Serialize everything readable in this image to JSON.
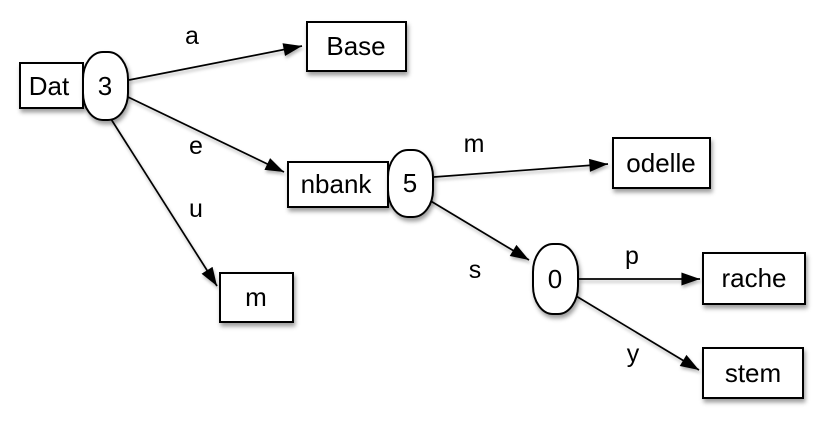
{
  "diagram": {
    "type": "trie",
    "colors": {
      "background": "#ffffff",
      "node_fill": "#ffffff",
      "stroke": "#000000",
      "shadow": "#9a9a9a"
    },
    "nodes": {
      "dat": {
        "label": "Dat",
        "shape": "box"
      },
      "n3": {
        "label": "3",
        "shape": "capsule"
      },
      "base": {
        "label": "Base",
        "shape": "box"
      },
      "nbank": {
        "label": "nbank",
        "shape": "box"
      },
      "n5": {
        "label": "5",
        "shape": "capsule"
      },
      "m_leaf": {
        "label": "m",
        "shape": "box"
      },
      "odelle": {
        "label": "odelle",
        "shape": "box"
      },
      "n0": {
        "label": "0",
        "shape": "capsule"
      },
      "rache": {
        "label": "rache",
        "shape": "box"
      },
      "stem": {
        "label": "stem",
        "shape": "box"
      }
    },
    "edges": {
      "a": {
        "label": "a",
        "from": "n3",
        "to": "base"
      },
      "e": {
        "label": "e",
        "from": "n3",
        "to": "nbank"
      },
      "u": {
        "label": "u",
        "from": "n3",
        "to": "m_leaf"
      },
      "m": {
        "label": "m",
        "from": "n5",
        "to": "odelle"
      },
      "s": {
        "label": "s",
        "from": "n5",
        "to": "n0"
      },
      "p": {
        "label": "p",
        "from": "n0",
        "to": "rache"
      },
      "y": {
        "label": "y",
        "from": "n0",
        "to": "stem"
      }
    }
  }
}
